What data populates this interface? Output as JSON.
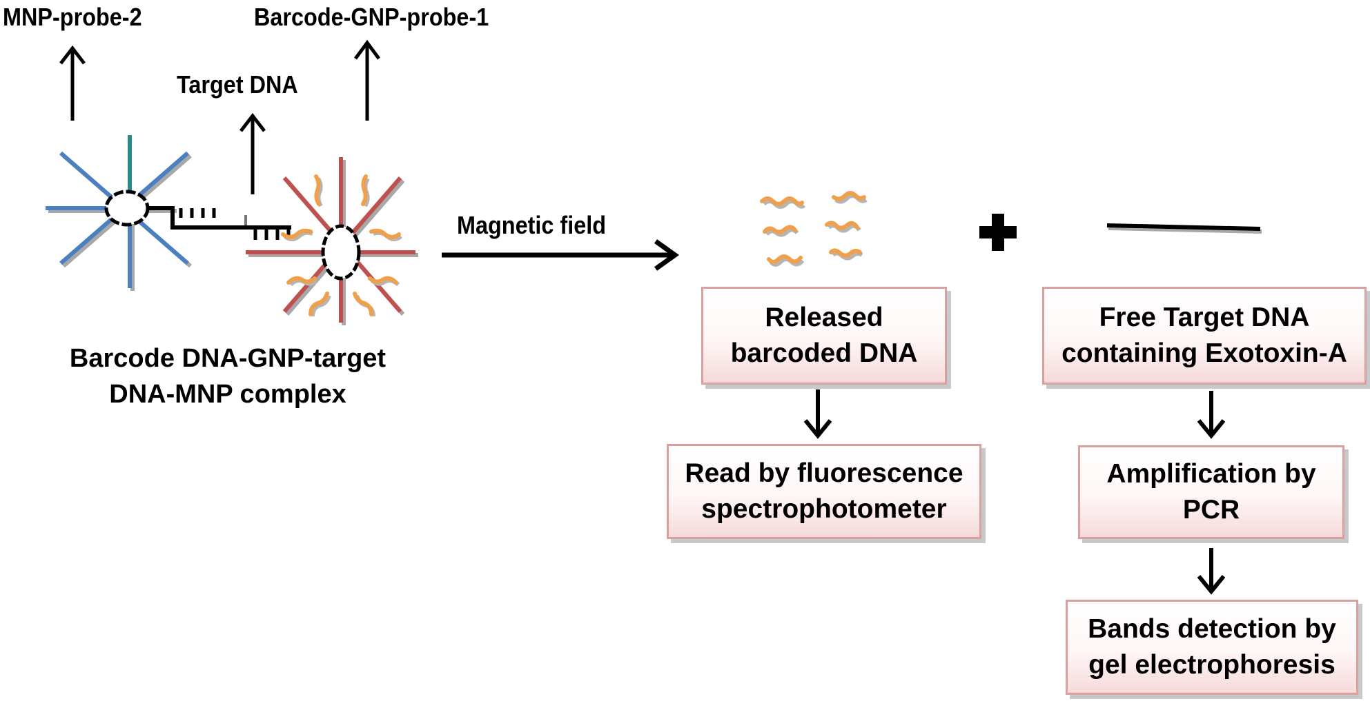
{
  "labels": {
    "mnp_probe": "MNP-probe-2",
    "gnp_probe": "Barcode-GNP-probe-1",
    "target_dna": "Target DNA",
    "complex_line1": "Barcode DNA-GNP-target",
    "complex_line2": "DNA-MNP complex",
    "magnetic_field": "Magnetic field"
  },
  "boxes": {
    "released": {
      "line1": "Released",
      "line2": "barcoded DNA"
    },
    "free_target": {
      "line1": "Free Target DNA",
      "line2": "containing Exotoxin-A"
    },
    "fluorescence": {
      "line1": "Read by fluorescence",
      "line2": "spectrophotometer"
    },
    "pcr": {
      "line1": "Amplification by",
      "line2": "PCR"
    },
    "gel": {
      "line1": "Bands detection by",
      "line2": "gel electrophoresis"
    }
  },
  "colors": {
    "mnp_spoke": "#4a7fc1",
    "mnp_probe_spoke": "#2a8a8a",
    "gnp_spoke": "#c0504d",
    "barcode_dna": "#f0a04b",
    "box_border": "#d9a0a0",
    "box_fill_bottom": "#f6dada"
  }
}
